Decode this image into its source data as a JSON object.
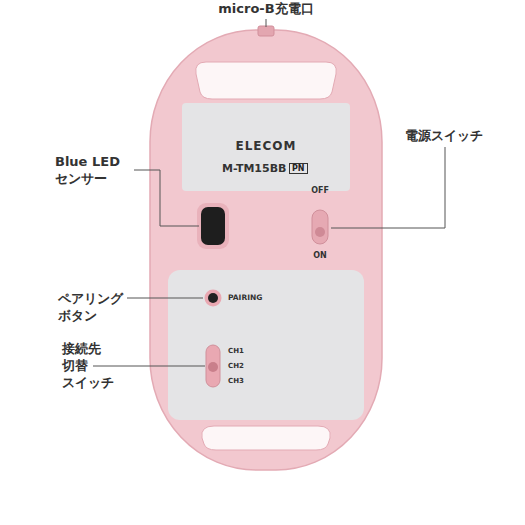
{
  "diagram": {
    "nodes": [
      {
        "text": [
          "PN"
        ]
      }
    ],
    "labels": [
      "micro-B充電口",
      "Blue LED センサー",
      "電源スイッチ",
      "ペアリング ボタン",
      "接続先 切替 スイッチ",
      "ELECOM",
      "M-TM15BB",
      "OFF",
      "ON",
      "PAIRING",
      "CH1",
      "CH2",
      "CH3"
    ]
  }
}
